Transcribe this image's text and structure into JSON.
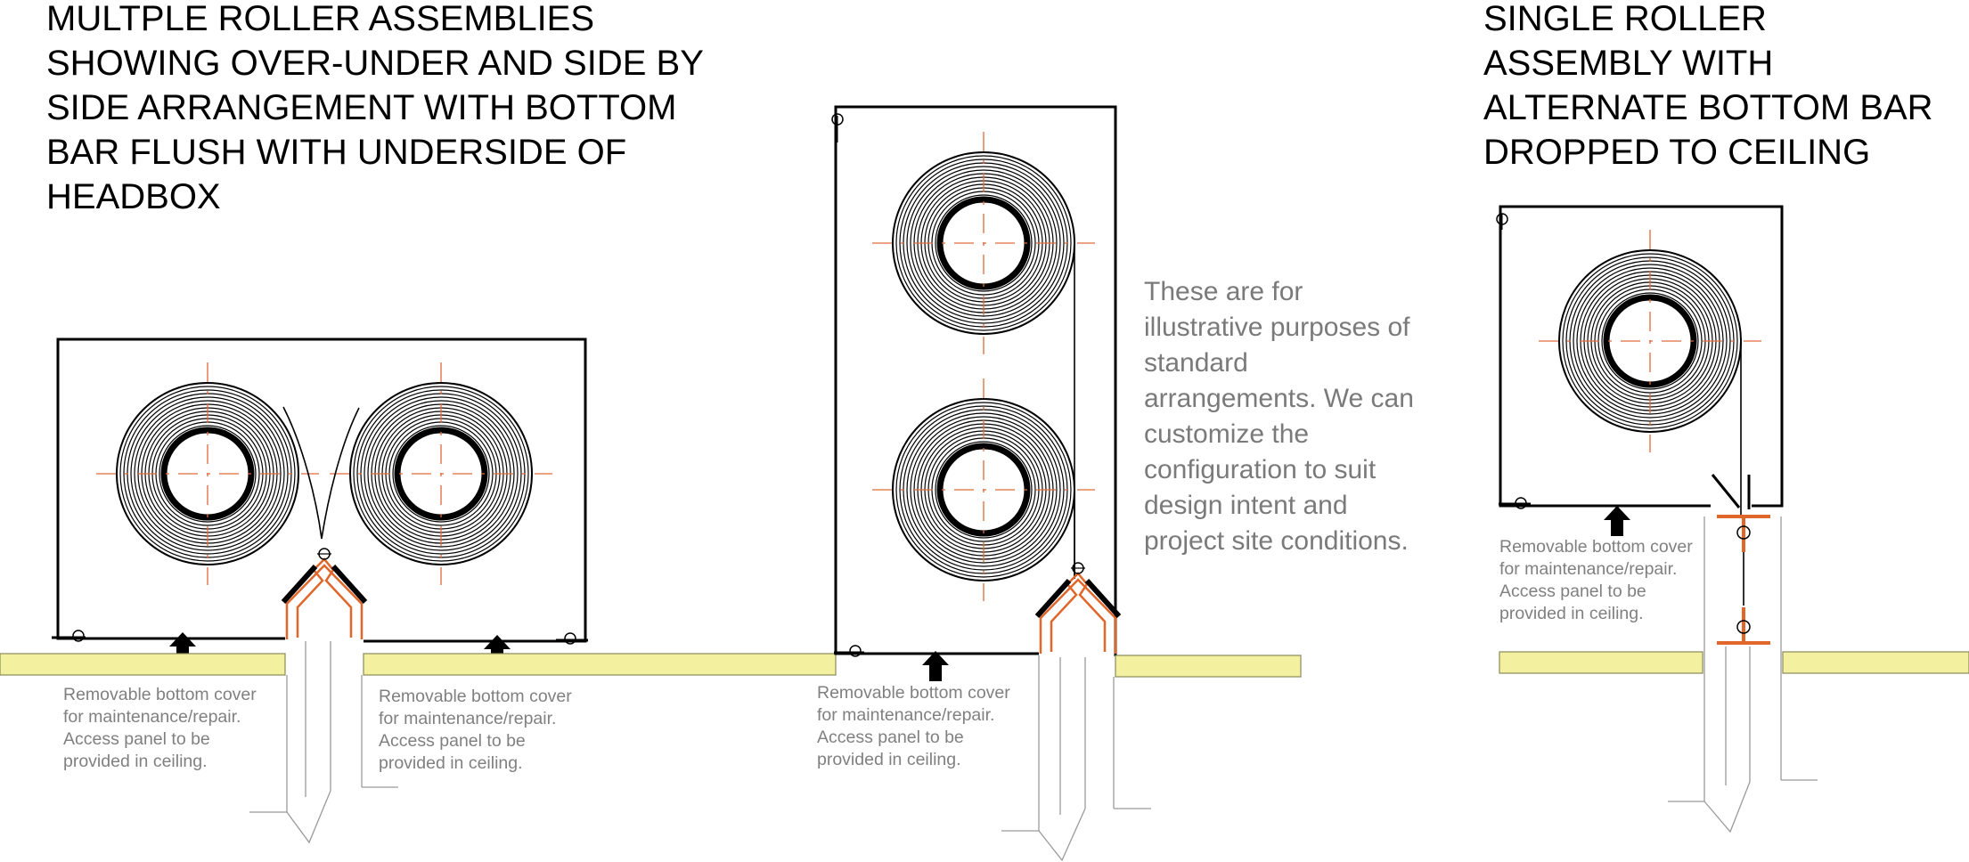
{
  "titles": {
    "multiple": [
      "MULTPLE ROLLER ASSEMBLIES",
      "SHOWING OVER-UNDER AND SIDE BY",
      "SIDE ARRANGEMENT WITH BOTTOM",
      "BAR FLUSH WITH UNDERSIDE OF",
      "HEADBOX"
    ],
    "single": [
      "SINGLE ROLLER",
      "ASSEMBLY WITH",
      "ALTERNATE BOTTOM BAR",
      "DROPPED TO CEILING"
    ]
  },
  "note": [
    "These are for",
    "illustrative purposes of",
    "standard",
    "arrangements. We can",
    "customize the",
    "configuration to suit",
    "design intent and",
    "project site conditions."
  ],
  "callout_lines": [
    "Removable bottom cover",
    "for maintenance/repair.",
    "Access panel to be",
    "provided in ceiling."
  ],
  "colors": {
    "ink": "#000000",
    "ceiling_fill": "#f3f0a0",
    "ceiling_stroke": "#8a8a5a",
    "bracket": "#e0662a",
    "centerline": "#e06a3a",
    "note_text": "#7a7a7a",
    "callout_text": "#808080"
  }
}
